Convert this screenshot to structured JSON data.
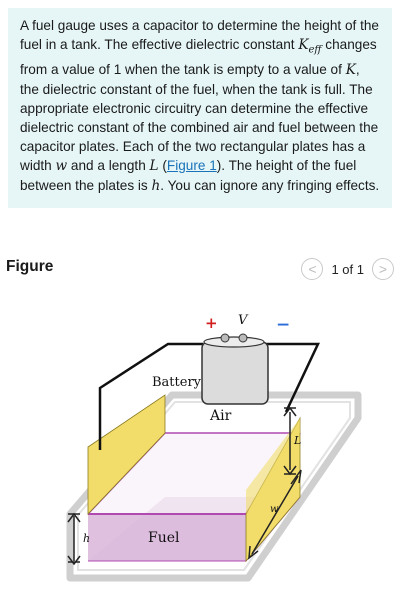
{
  "problem": {
    "t1": "A fuel gauge uses a capacitor to determine the height of the fuel in a tank. The effective dielectric constant ",
    "k_sym": "K",
    "k_sub": "eff",
    "t2": " changes from a value of 1 when the tank is empty to a value of ",
    "k_sym2": "K",
    "t3": ", the dielectric constant of the fuel, when the tank is full. The appropriate electronic circuitry can determine the effective dielectric constant of the combined air and fuel between the capacitor plates. Each of the two rectangular plates has a width ",
    "w_sym": "w",
    "t4": " and a length ",
    "l_sym": "L",
    "t5": " (",
    "link": "Figure 1",
    "t6": "). The height of the fuel between the plates is ",
    "h_sym": "h",
    "t7": ". You can ignore any fringing effects."
  },
  "figure": {
    "title": "Figure",
    "pager": {
      "prev": "<",
      "next": ">",
      "count": "1 of 1"
    },
    "labels": {
      "plus": "+",
      "minus": "−",
      "v": "V",
      "battery": "Battery",
      "air": "Air",
      "fuel": "Fuel",
      "l": "L",
      "h": "h",
      "w": "w"
    },
    "colors": {
      "plate": "#f2dd6a",
      "fuel_fill": "#d9b6d9",
      "fuel_edge": "#b04ab0",
      "tank_edge": "#cccccc",
      "plus": "#d21f1f",
      "minus": "#2b6fd8"
    }
  }
}
